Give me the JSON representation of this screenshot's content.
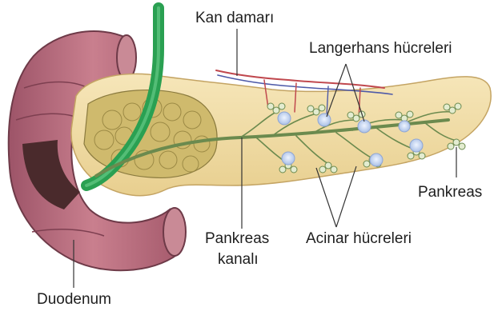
{
  "labels": {
    "blood_vessel": "Kan damarı",
    "langerhans": "Langerhans hücreleri",
    "pancreas": "Pankreas",
    "duct_line1": "Pankreas",
    "duct_line2": "kanalı",
    "acinar": "Acinar hücreleri",
    "duodenum": "Duodenum"
  },
  "colors": {
    "pancreas_tissue": "#f2dfa9",
    "duodenum": "#b86a7a",
    "bile_duct": "#2aa052",
    "pancreatic_duct": "#6b8a4e",
    "islet_cells": "#c9d8f0",
    "blood_vessel": "#c0484e"
  }
}
